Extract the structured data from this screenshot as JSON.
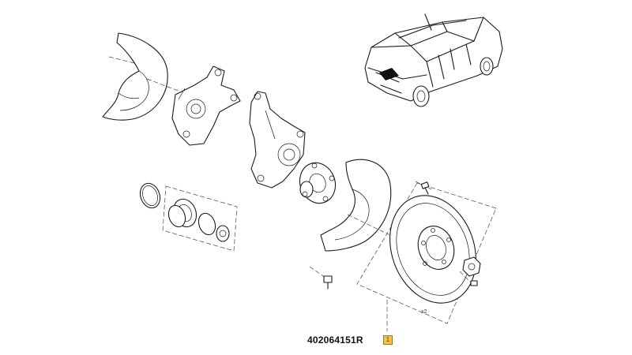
{
  "diagram": {
    "part_number": "402064151R",
    "callout_label": "1",
    "quantity_label": "x2",
    "accent_color": "#f4c24a"
  }
}
